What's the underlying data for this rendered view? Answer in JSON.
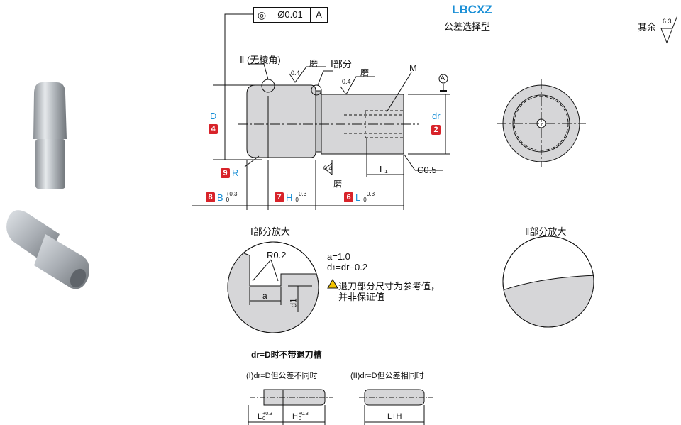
{
  "header": {
    "title": "LBCXZ",
    "subtitle": "公差选择型",
    "surface_other": "其余",
    "surface_other_value": "6.3"
  },
  "frame": {
    "symbol": "◎",
    "value": "Ø0.01",
    "datum": "A"
  },
  "main_drawing": {
    "label_part2": "Ⅱ (无棱角)",
    "label_part1": "Ⅰ部分",
    "grind1": "磨",
    "grind2": "磨",
    "grind3": "磨",
    "rough1": "0.4",
    "rough2": "0.4",
    "rough3": "0.4",
    "label_m": "M",
    "datum_a": "A",
    "dim_D": "D",
    "dim_dr": "dr",
    "dim_R": "R",
    "dim_B": "B",
    "dim_H": "H",
    "dim_L": "L",
    "dim_L1": "L₁",
    "chamfer": "C0.5",
    "tol_upper": "+0.3",
    "tol_lower": "0",
    "badge_4": "4",
    "badge_2": "2",
    "badge_9": "9",
    "badge_8": "8",
    "badge_7": "7",
    "badge_6": "6"
  },
  "detail1": {
    "title": "Ⅰ部分放大",
    "r_label": "R0.2",
    "a_label": "a",
    "d1_label": "d1",
    "note_a": "a=1.0",
    "note_d1_prefix": "d",
    "note_d1_sub": "1",
    "note_d1_rest": "=dr−0.2",
    "warning_line1": "退刀部分尺寸为参考值，",
    "warning_line2": "并非保证值"
  },
  "detail2": {
    "title": "Ⅱ部分放大"
  },
  "bottom": {
    "heading": "dr=D时不带退刀槽",
    "case1": "(I)dr=D但公差不同时",
    "case2": "(II)dr=D但公差相同时",
    "case1_L": "L",
    "case1_H": "H",
    "tol_upper": "+0.3",
    "tol_lower": "0",
    "case2_LH": "L+H"
  }
}
